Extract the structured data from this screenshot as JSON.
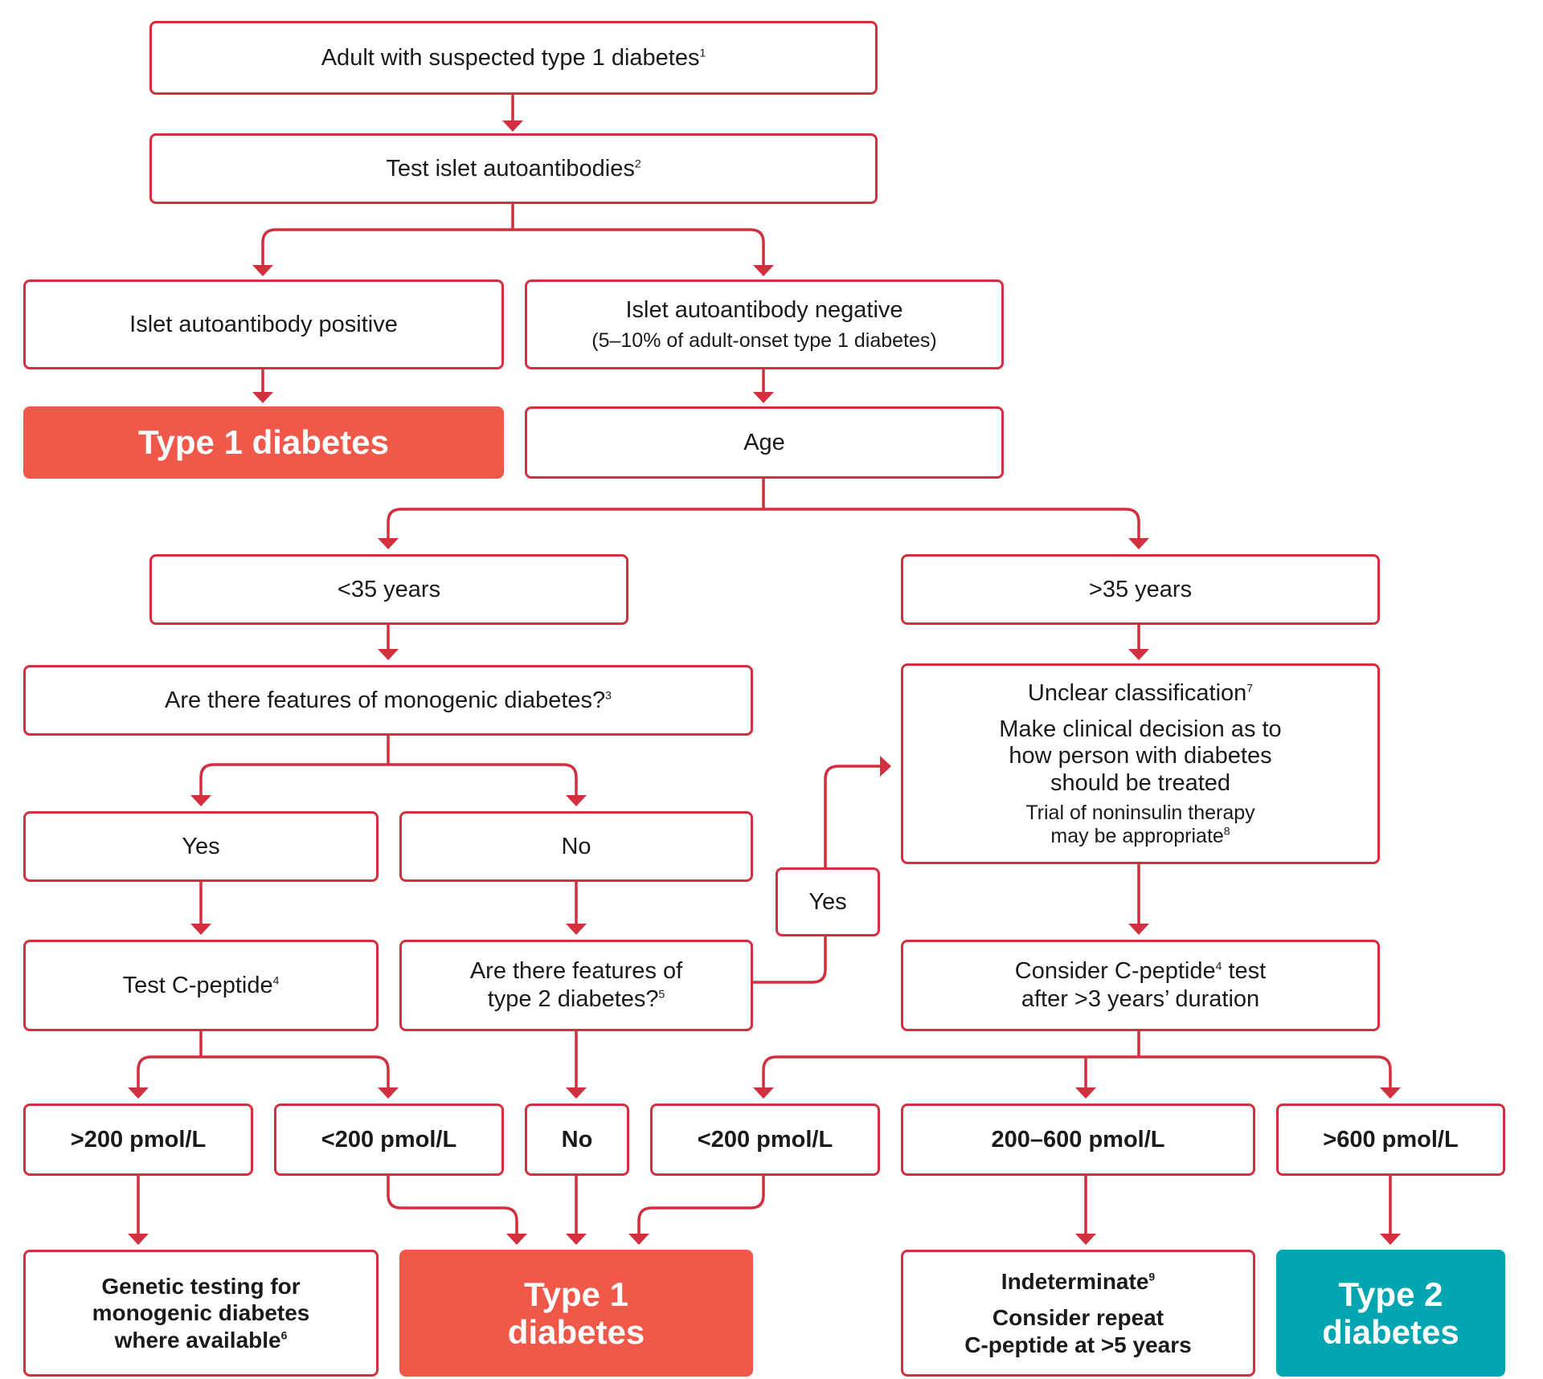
{
  "colors": {
    "accent": "#d32f3f",
    "type1": "#f0584a",
    "type2": "#00a5b2"
  },
  "nodes": {
    "adult": {
      "text": "Adult with suspected type 1 diabetes",
      "sup": "1"
    },
    "test_islet": {
      "text": "Test islet autoantibodies",
      "sup": "2"
    },
    "positive": {
      "text": "Islet autoantibody positive"
    },
    "negative": {
      "text": "Islet autoantibody negative",
      "sub": "(5–10% of adult-onset type 1 diabetes)"
    },
    "type1_top": {
      "text": "Type 1 diabetes"
    },
    "age": {
      "text": "Age"
    },
    "under35": {
      "text": "<35 years"
    },
    "over35": {
      "text": ">35 years"
    },
    "monogenic_q": {
      "text": "Are there features of monogenic diabetes?",
      "sup": "3"
    },
    "unclear": {
      "title": "Unclear classification",
      "title_sup": "7",
      "line1": "Make clinical decision as to",
      "line2": "how person with diabetes",
      "line3": "should be treated",
      "line4": "Trial of noninsulin therapy",
      "line5": "may be appropriate",
      "line5_sup": "8"
    },
    "yes_left": {
      "text": "Yes"
    },
    "no_mid": {
      "text": "No"
    },
    "yes_side": {
      "text": "Yes"
    },
    "test_cpep": {
      "text": "Test C-peptide",
      "sup": "4"
    },
    "type2_q": {
      "line1": "Are there features of",
      "line2": "type 2 diabetes?",
      "sup": "5"
    },
    "consider_cpep": {
      "line1a": "Consider C-peptide",
      "line1_sup": "4",
      "line1b": " test",
      "line2": "after >3 years’ duration"
    },
    "gt200_left": {
      "text": ">200 pmol/L"
    },
    "lt200_left": {
      "text": "<200 pmol/L"
    },
    "no_bottom": {
      "text": "No"
    },
    "lt200_right": {
      "text": "<200 pmol/L"
    },
    "mid_range": {
      "text": "200–600 pmol/L"
    },
    "gt600": {
      "text": ">600 pmol/L"
    },
    "genetic": {
      "line1": "Genetic testing for",
      "line2": "monogenic diabetes",
      "line3": "where available",
      "sup": "6"
    },
    "type1_bottom": {
      "line1": "Type 1",
      "line2": "diabetes"
    },
    "indeterminate": {
      "title": "Indeterminate",
      "title_sup": "9",
      "line1": "Consider repeat",
      "line2": "C-peptide at >5 years"
    },
    "type2_bottom": {
      "line1": "Type 2",
      "line2": "diabetes"
    }
  }
}
